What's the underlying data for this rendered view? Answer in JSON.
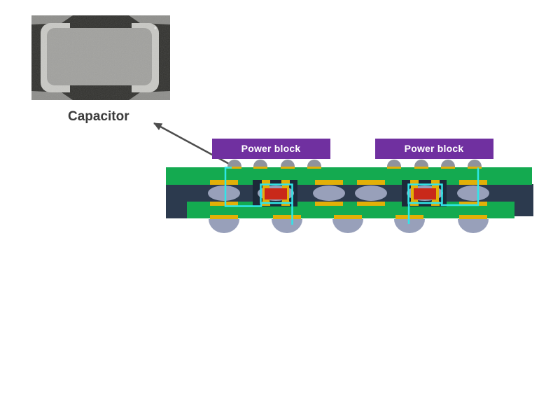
{
  "callout": {
    "label": "Capacitor"
  },
  "power_blocks": [
    {
      "label": "Power block"
    },
    {
      "label": "Power block"
    }
  ],
  "colors": {
    "green": "#14aa50",
    "navy": "#2c3a4e",
    "navy_dark": "#1d2939",
    "gold": "#e2b007",
    "ball_gray": "#98a0ba",
    "bump_gray": "#8f939c",
    "purple": "#7030a0",
    "red": "#c9291a",
    "cyan": "#2fe6e8",
    "arrow_gray": "#4d4d4d",
    "label_text": "#3b3b3b",
    "photo_bg": "#32322f",
    "photo_body": "#a1a19e",
    "photo_terminal": "#c9c9c5",
    "photo_corner": "#8e8e8b",
    "page_background": "#ffffff"
  }
}
